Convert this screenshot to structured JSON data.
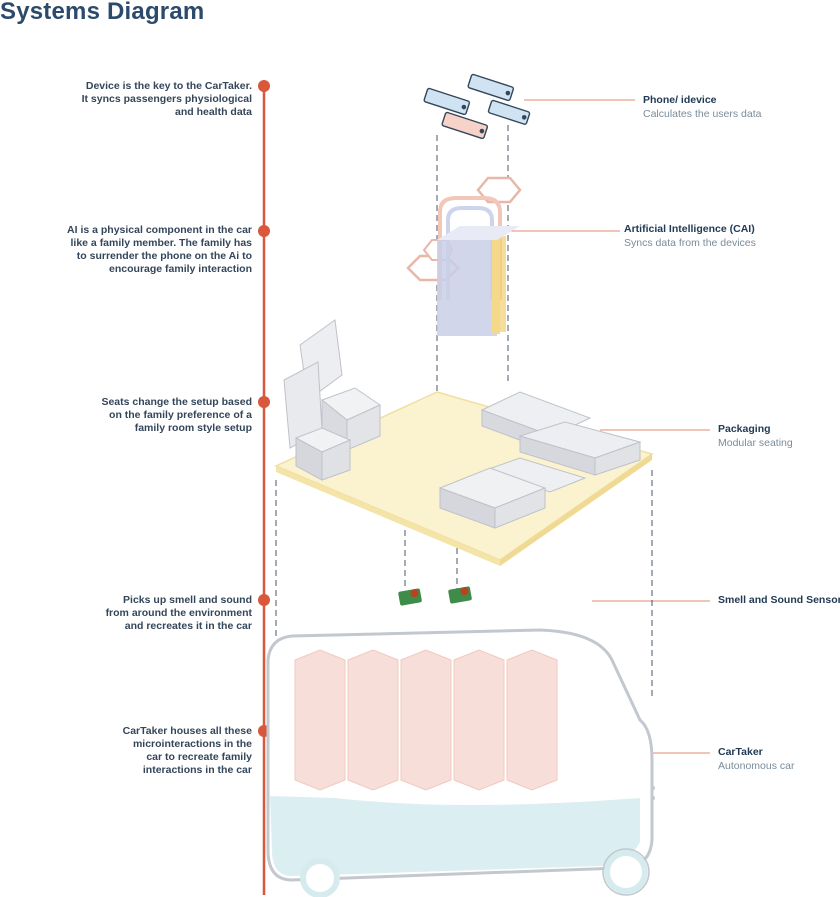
{
  "header": {
    "title": "Systems Diagram"
  },
  "timeline": {
    "notes": [
      {
        "lines": [
          "Device is the key to the CarTaker.",
          "It syncs passengers physiological",
          "and health data"
        ]
      },
      {
        "lines": [
          "AI is a physical component in the car",
          "like a family member. The family has",
          "to surrender the phone on the Ai to",
          "encourage family interaction"
        ]
      },
      {
        "lines": [
          "Seats change the setup based",
          "on the family preference of a",
          "family room style setup"
        ]
      },
      {
        "lines": [
          "Picks up smell and sound",
          "from around the environment",
          "and recreates it in the car"
        ]
      },
      {
        "lines": [
          "CarTaker houses all these",
          "microinteractions in the",
          "car to recreate family",
          "interactions in the car"
        ]
      }
    ]
  },
  "components": [
    {
      "title": "Phone/ idevice",
      "subtitle": "Calculates the users data"
    },
    {
      "title": "Artificial Intelligence (CAI)",
      "subtitle": "Syncs data from the devices"
    },
    {
      "title": "Packaging",
      "subtitle": "Modular seating"
    },
    {
      "title": "Smell and Sound Sensors",
      "subtitle": ""
    },
    {
      "title": "CarTaker",
      "subtitle": "Autonomous car"
    }
  ],
  "colors": {
    "timeline": "#d9573a",
    "title": "#2c4a6b",
    "platform": "#fbf3cf",
    "car_water": "#d5ebee",
    "car_panels": "#f7d9d2",
    "seat": "#e6e7ea"
  }
}
